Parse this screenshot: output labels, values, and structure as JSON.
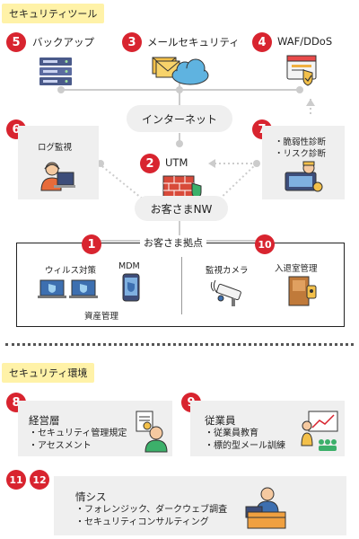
{
  "sections": {
    "tools": "セキュリティツール",
    "env": "セキュリティ環境"
  },
  "tools": {
    "n5": {
      "num": "5",
      "label": "バックアップ"
    },
    "n3": {
      "num": "3",
      "label": "メールセキュリティ"
    },
    "n4": {
      "num": "4",
      "label": "WAF/DDoS"
    },
    "n6": {
      "num": "6",
      "label": "ログ監視"
    },
    "n7": {
      "num": "7",
      "items": [
        "・脆弱性診断",
        "・リスク診断"
      ]
    },
    "n2": {
      "num": "2",
      "label": "UTM"
    }
  },
  "network": {
    "internet": "インターネット",
    "customer_nw": "お客さまNW"
  },
  "site": {
    "title": "お客さま拠点",
    "n1": "1",
    "n10": "10",
    "antivirus": "ウィルス対策",
    "mdm": "MDM",
    "asset": "資産管理",
    "camera": "監視カメラ",
    "access": "入退室管理"
  },
  "env": {
    "n8": {
      "num": "8",
      "title": "経営層",
      "items": [
        "・セキュリティ管理規定",
        "・アセスメント"
      ]
    },
    "n9": {
      "num": "9",
      "title": "従業員",
      "items": [
        "・従業員教育",
        "・標的型メール訓練"
      ]
    },
    "n11": {
      "num": "11"
    },
    "n12": {
      "num": "12"
    },
    "info": {
      "title": "情シス",
      "items": [
        "・フォレンジック、ダークウェブ調査",
        "・セキュリティコンサルティング"
      ]
    }
  },
  "colors": {
    "badge": "#d8242f",
    "tag": "#fff2a8",
    "panel": "#efefef",
    "line": "#cccccc"
  }
}
